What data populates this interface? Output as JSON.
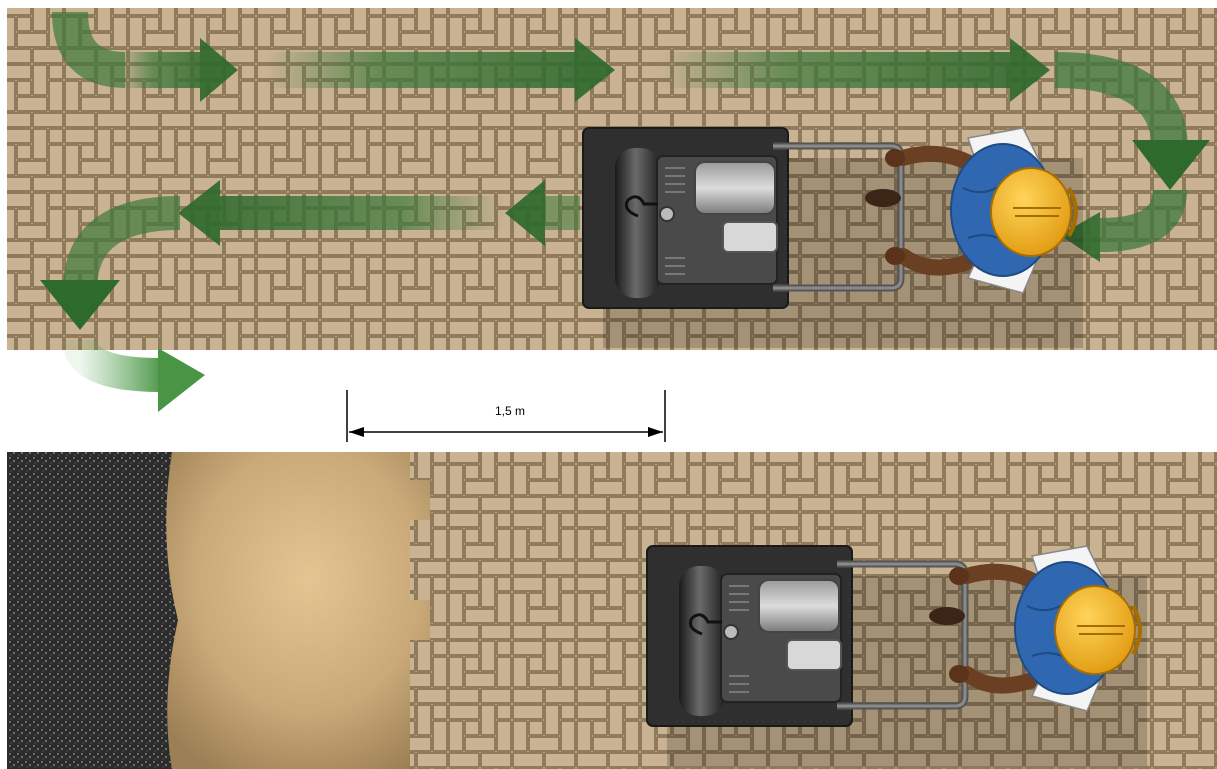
{
  "dimension": {
    "label": "1,5 m"
  },
  "colors": {
    "paver": "#c2ab88",
    "paver_joint": "#8f7a5c",
    "arrow_green": "#3e7a3c",
    "sand": "#c9a978",
    "gravel": "#3a3a3a",
    "machine_dark": "#2e2e2e",
    "helmet": "#f2b01e",
    "shirt": "#2f68b0",
    "skin": "#6a3f22"
  },
  "panels": [
    {
      "name": "compaction-pattern",
      "surface": "paving-stones",
      "machine": "plate-compactor",
      "operator": "worker-with-helmet"
    },
    {
      "name": "edge-compaction",
      "surface": "paving-stones-sand-gravel",
      "machine": "plate-compactor",
      "operator": "worker-with-helmet"
    }
  ]
}
